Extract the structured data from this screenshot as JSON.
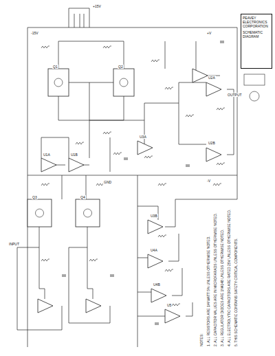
{
  "diagram": {
    "nodes": [
      {
        "text": [
          "PEAVEY ELECTRONICS CORPORATION",
          "SCHEMATIC DIAGRAM"
        ]
      }
    ],
    "labels": [
      "U1A",
      "U1B",
      "U2A",
      "U2B",
      "U3A",
      "U3B",
      "U4A",
      "U4B",
      "U5",
      "Q1",
      "Q2",
      "Q3",
      "Q4",
      "+15V",
      "-15V",
      "+V",
      "-V",
      "GND",
      "INPUT",
      "OUTPUT",
      "NOTES:",
      "1. ALL RESISTORS ARE 1/4 WATT 5% UNLESS OTHERWISE NOTED.",
      "2. ALL CAPACITOR VALUES ARE IN MICROFARADS UNLESS OTHERWISE NOTED.",
      "3. ALL REGULATOR DIODES ARE 1N4148 UNLESS OTHERWISE NOTED.",
      "4. ALL ELECTROLYTIC CAPACITORS ARE RATED 25V UNLESS OTHERWISE NOTED.",
      "5. THIS SCHEMATIC CONTAINS SAFETY CRITICAL COMPONENTS."
    ]
  }
}
